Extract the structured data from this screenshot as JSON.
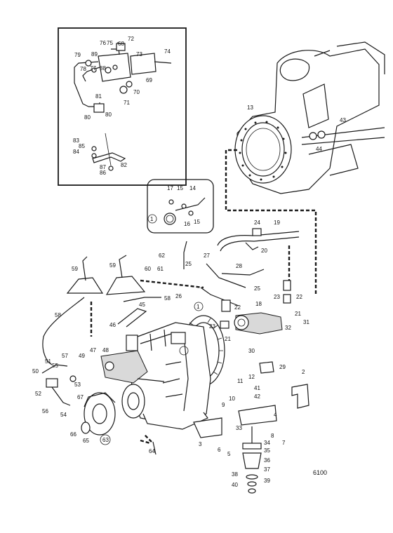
{
  "callouts": [
    "1",
    "1",
    "2",
    "3",
    "4",
    "5",
    "6",
    "7",
    "8",
    "9",
    "10",
    "11",
    "12",
    "13",
    "14",
    "15",
    "15",
    "16",
    "17",
    "18",
    "19",
    "20",
    "21",
    "21",
    "22",
    "22",
    "23",
    "23",
    "24",
    "25",
    "25",
    "26",
    "27",
    "28",
    "29",
    "30",
    "31",
    "32",
    "33",
    "34",
    "35",
    "36",
    "37",
    "38",
    "39",
    "40",
    "41",
    "42",
    "43",
    "44",
    "44",
    "45",
    "46",
    "47",
    "48",
    "49",
    "50",
    "51",
    "52",
    "53",
    "54",
    "55",
    "56",
    "57",
    "58",
    "58",
    "59",
    "59",
    "60",
    "61",
    "62",
    "63",
    "64",
    "65",
    "66",
    "67",
    "68",
    "69",
    "70",
    "71",
    "72",
    "73",
    "74",
    "75",
    "76",
    "77",
    "78",
    "79",
    "80",
    "80",
    "81",
    "82",
    "83",
    "84",
    "85",
    "86",
    "87",
    "88",
    "89"
  ],
  "diagram_code": "6100",
  "colors": {
    "ink": "#1a1a1a",
    "paper": "#ffffff"
  }
}
